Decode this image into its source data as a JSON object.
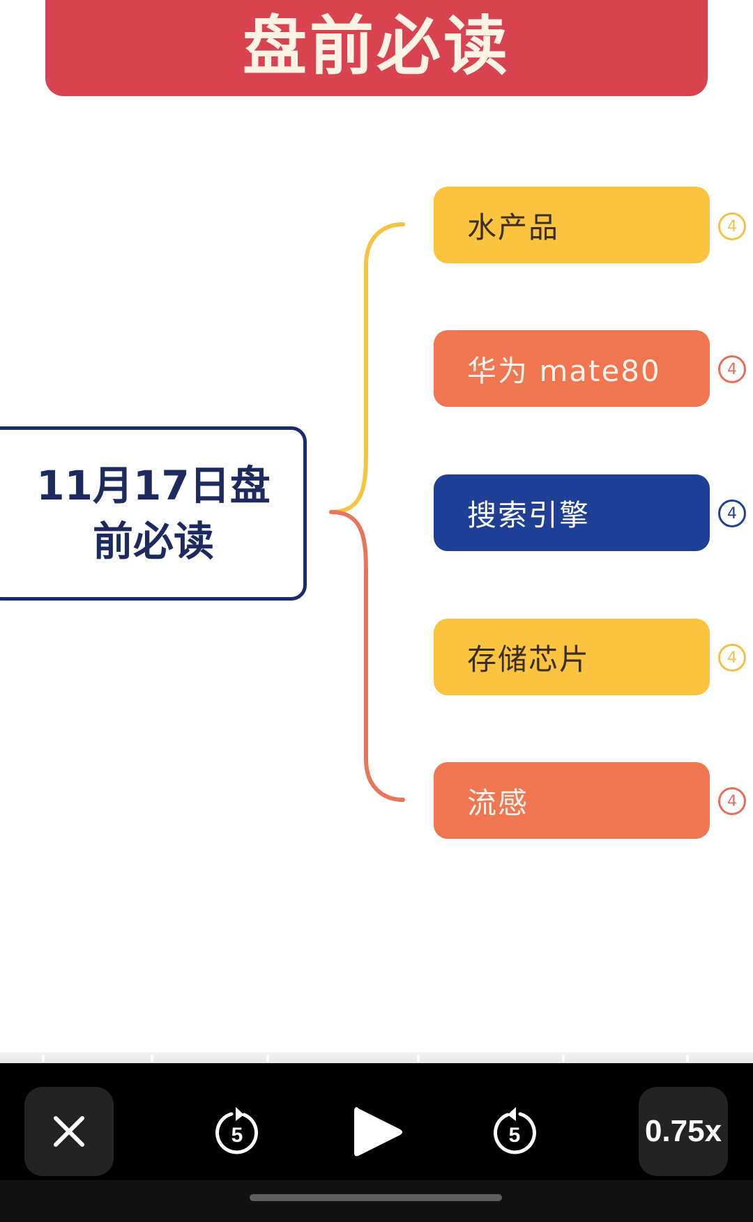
{
  "banner": {
    "title": "盘前必读"
  },
  "central": {
    "text": "11月17日盘前必读"
  },
  "branches": [
    {
      "label": "水产品",
      "badge": "4",
      "color": "yellow"
    },
    {
      "label": "华为 mate80",
      "badge": "4",
      "color": "orange"
    },
    {
      "label": "搜索引擎",
      "badge": "4",
      "color": "blue"
    },
    {
      "label": "存储芯片",
      "badge": "4",
      "color": "yellow"
    },
    {
      "label": "流感",
      "badge": "4",
      "color": "orange"
    }
  ],
  "colors": {
    "banner": "#d9434f",
    "yellow": "#fcc33f",
    "orange": "#ef7650",
    "blue": "#1e3f96",
    "central_border": "#1b2b6b"
  },
  "controls": {
    "close_icon": "close-icon",
    "rewind_icon": "rewind-5-icon",
    "rewind_seconds": "5",
    "play_icon": "play-icon",
    "forward_icon": "forward-5-icon",
    "forward_seconds": "5",
    "speed": "0.75x"
  }
}
